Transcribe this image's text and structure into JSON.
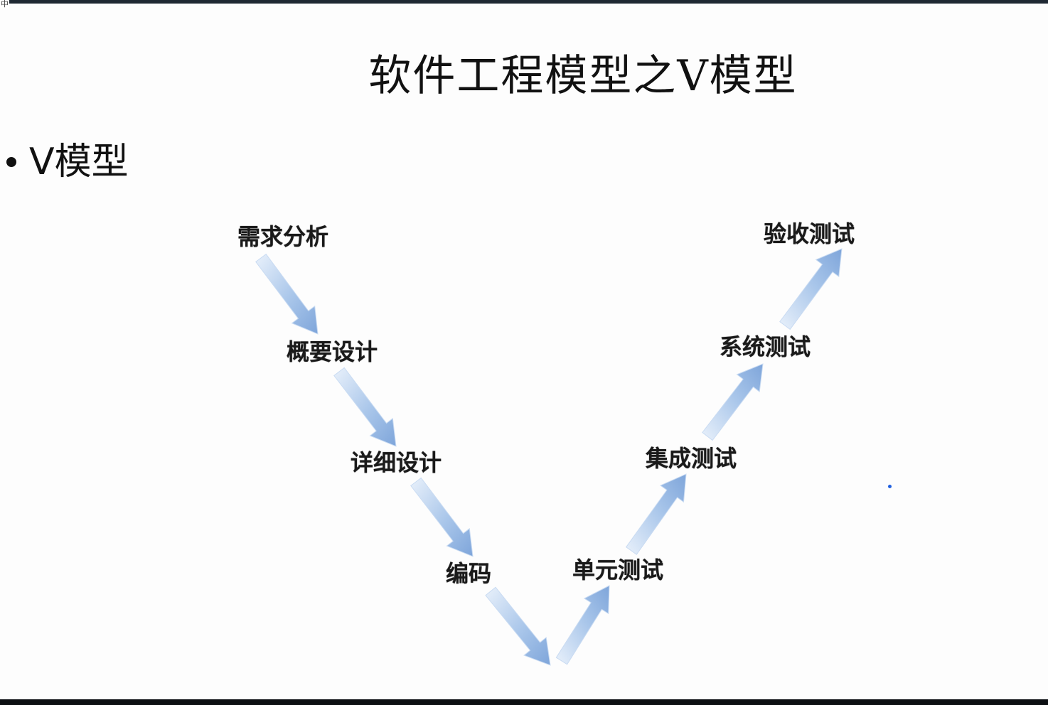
{
  "slide": {
    "corner_glyph": "中",
    "title": "软件工程模型之V模型",
    "bullet": "V模型"
  },
  "v_model": {
    "stages": [
      {
        "id": "requirements",
        "label": "需求分析"
      },
      {
        "id": "outline-design",
        "label": "概要设计"
      },
      {
        "id": "detailed-design",
        "label": "详细设计"
      },
      {
        "id": "coding",
        "label": "编码"
      },
      {
        "id": "unit-test",
        "label": "单元测试"
      },
      {
        "id": "integration-test",
        "label": "集成测试"
      },
      {
        "id": "system-test",
        "label": "系统测试"
      },
      {
        "id": "acceptance-test",
        "label": "验收测试"
      }
    ],
    "arrow_color": "#9fbfe6"
  }
}
